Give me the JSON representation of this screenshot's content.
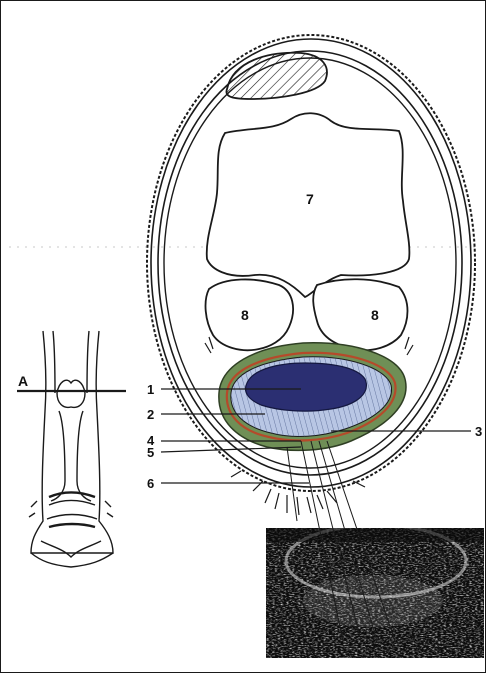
{
  "figure": {
    "labels": {
      "section_marker": "A",
      "structure_1": "1",
      "structure_2": "2",
      "structure_3": "3",
      "structure_4": "4",
      "structure_5": "5",
      "structure_6": "6",
      "bone_7": "7",
      "bone_8_left": "8",
      "bone_8_right": "8"
    },
    "colors": {
      "outline": "#1a1a1a",
      "tendon_core": "#2b2f72",
      "tendon_sheath": "#b8c6e4",
      "paratenon": "#6f8f56",
      "rim": "#b54a2a",
      "ultrasound_bg": "#0c0c0c"
    }
  }
}
